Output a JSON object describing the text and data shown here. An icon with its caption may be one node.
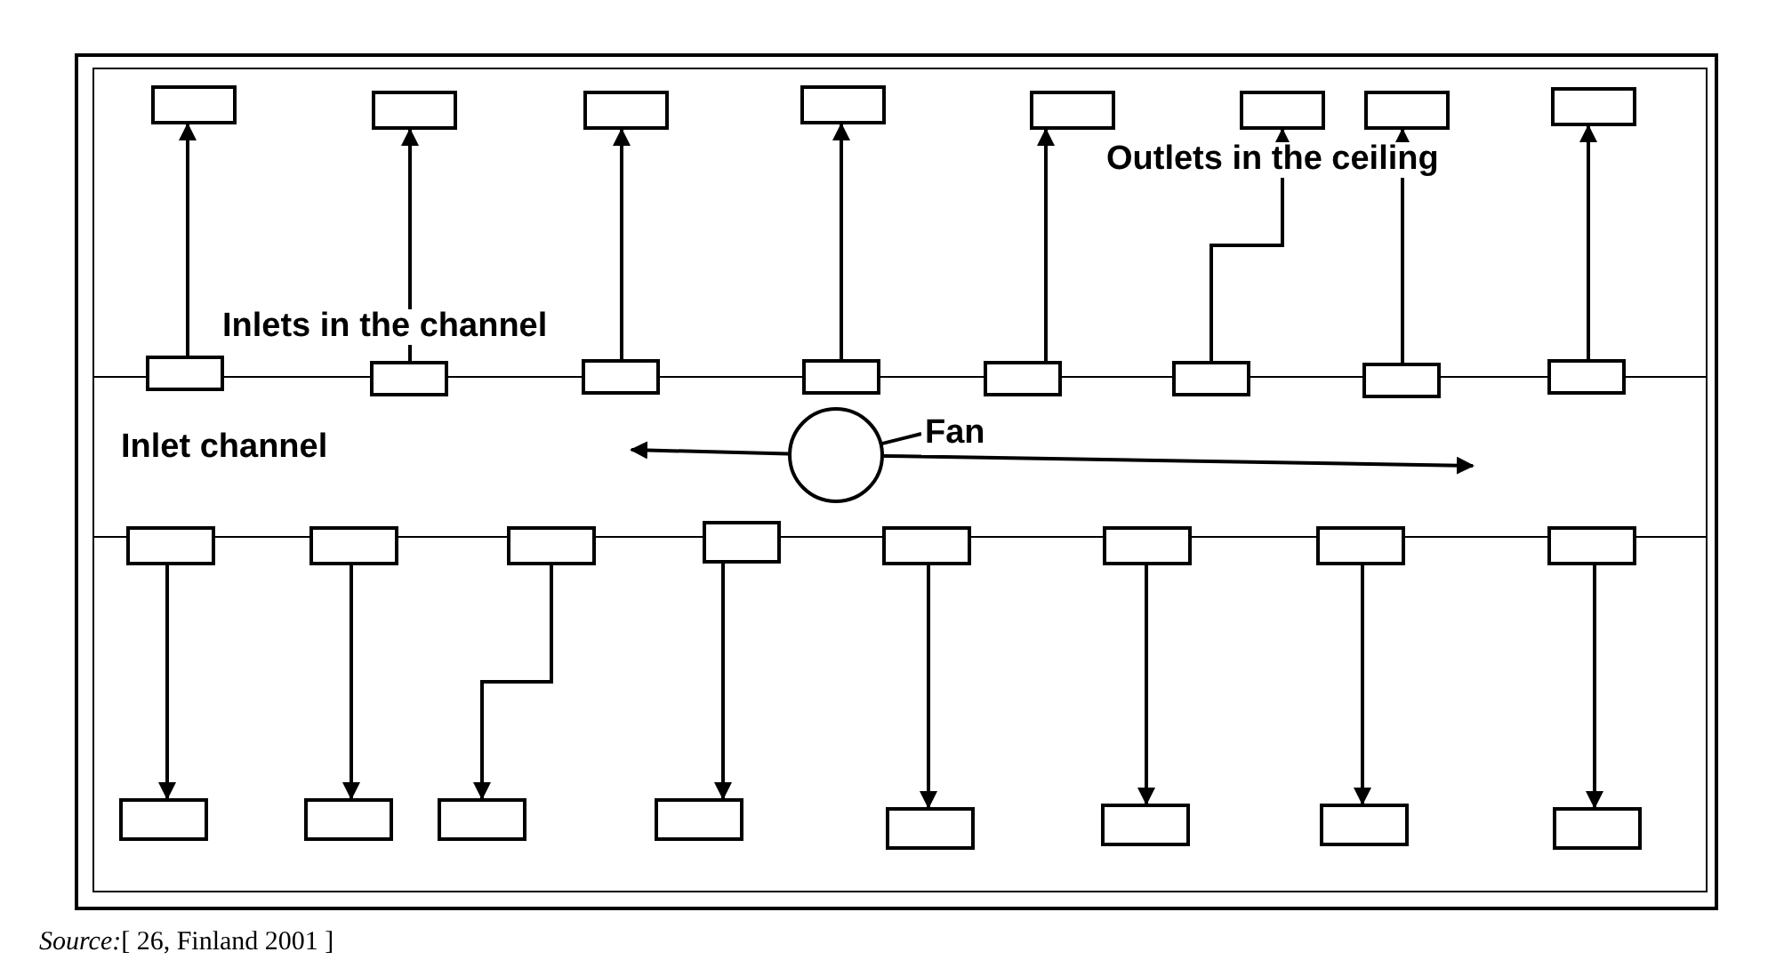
{
  "diagram": {
    "caption": "*Source:*[ 26, Finland 2001 ]",
    "nodes": [
      {
        "text": [],
        "shape": "box"
      },
      {
        "text": [],
        "shape": "box"
      },
      {
        "text": [],
        "shape": "box"
      },
      {
        "text": [],
        "shape": "box"
      },
      {
        "text": [],
        "shape": "box"
      },
      {
        "text": [],
        "shape": "box"
      },
      {
        "text": [],
        "shape": "box"
      },
      {
        "text": [],
        "shape": "box"
      },
      {
        "text": [],
        "shape": "box"
      },
      {
        "text": [],
        "shape": "box"
      },
      {
        "text": [],
        "shape": "box"
      },
      {
        "text": [],
        "shape": "box"
      },
      {
        "text": [],
        "shape": "box"
      },
      {
        "text": [],
        "shape": "box"
      },
      {
        "text": [],
        "shape": "box"
      },
      {
        "text": [],
        "shape": "box"
      },
      {
        "text": [
          "Fan"
        ]
      },
      {
        "text": [],
        "shape": "circle"
      },
      {
        "text": [],
        "shape": "box"
      },
      {
        "text": [],
        "shape": "box"
      },
      {
        "text": [],
        "shape": "box"
      },
      {
        "text": [],
        "shape": "box"
      },
      {
        "text": [],
        "shape": "box"
      },
      {
        "text": [],
        "shape": "box"
      },
      {
        "text": [],
        "shape": "box"
      },
      {
        "text": [],
        "shape": "box"
      },
      {
        "text": [],
        "shape": "box"
      },
      {
        "text": [],
        "shape": "box"
      },
      {
        "text": [],
        "shape": "box"
      },
      {
        "text": [],
        "shape": "box"
      },
      {
        "text": [],
        "shape": "box"
      },
      {
        "text": [],
        "shape": "box"
      },
      {
        "text": [],
        "shape": "box"
      },
      {
        "text": [],
        "shape": "box"
      }
    ],
    "edges": [
      {
        "from": 8,
        "to": 0,
        "arrow": "to"
      },
      {
        "from": 9,
        "to": 1,
        "arrow": "to"
      },
      {
        "from": 10,
        "to": 2,
        "arrow": "to"
      },
      {
        "from": 11,
        "to": 3,
        "arrow": "to"
      },
      {
        "from": 12,
        "to": 4,
        "arrow": "to"
      },
      {
        "from": 13,
        "to": 5,
        "arrow": "to"
      },
      {
        "from": 14,
        "to": 6,
        "arrow": "to"
      },
      {
        "from": 15,
        "to": 7,
        "arrow": "to"
      },
      {
        "from": 16,
        "to": 17,
        "arrow": "none"
      },
      {
        "from": 17,
        "to": null,
        "arrow": "to"
      },
      {
        "from": 17,
        "to": null,
        "arrow": "to"
      },
      {
        "from": 18,
        "to": 26,
        "arrow": "to"
      },
      {
        "from": 19,
        "to": 27,
        "arrow": "to"
      },
      {
        "from": 20,
        "to": 28,
        "arrow": "to"
      },
      {
        "from": 21,
        "to": 29,
        "arrow": "to"
      },
      {
        "from": 22,
        "to": 30,
        "arrow": "to"
      },
      {
        "from": 23,
        "to": 31,
        "arrow": "to"
      },
      {
        "from": 24,
        "to": 32,
        "arrow": "to"
      },
      {
        "from": 25,
        "to": 33,
        "arrow": "to"
      }
    ],
    "labels": [
      "Outlets in the ceiling",
      "Inlets in the channel",
      "Inlet channel"
    ]
  }
}
